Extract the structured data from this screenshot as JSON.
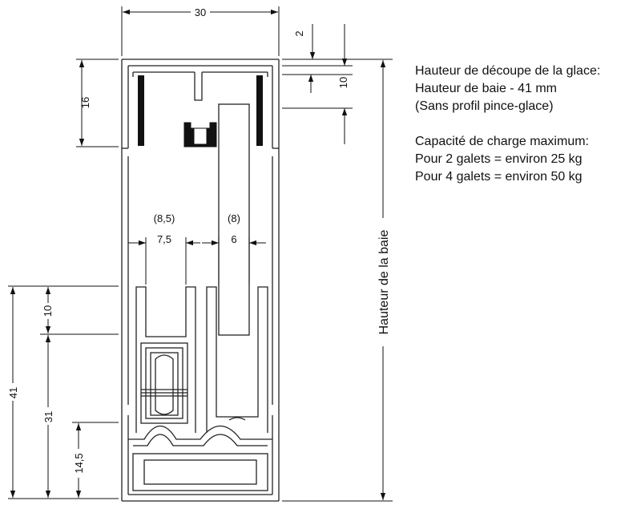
{
  "dimensions": {
    "width_top": "30",
    "d2": "2",
    "d10_right": "10",
    "d16": "16",
    "d8_5": "(8,5)",
    "d7_5": "7,5",
    "d8": "(8)",
    "d6": "6",
    "d10_left": "10",
    "d41": "41",
    "d31": "31",
    "d14_5": "14,5",
    "bay_height": "Hauteur de la baie"
  },
  "notes": {
    "line1": "Hauteur de découpe de la glace:",
    "line2": "Hauteur de baie - 41  mm",
    "line3": "(Sans profil pince-glace)",
    "line4": "Capacité de charge maximum:",
    "line5": "Pour 2 galets = environ 25 kg",
    "line6": "Pour 4 galets = environ 50 kg"
  }
}
